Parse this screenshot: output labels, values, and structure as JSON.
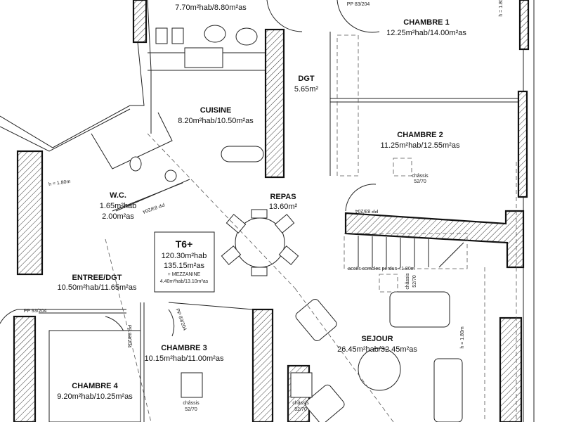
{
  "rooms": {
    "bains": {
      "area": "7.70m²hab/8.80m²as"
    },
    "chambre1": {
      "name": "CHAMBRE 1",
      "area": "12.25m²hab/14.00m²as"
    },
    "dgt": {
      "name": "DGT",
      "area": "5.65m²"
    },
    "cuisine": {
      "name": "CUISINE",
      "area": "8.20m²hab/10.50m²as"
    },
    "chambre2": {
      "name": "CHAMBRE 2",
      "area": "11.25m²hab/12.55m²as"
    },
    "wc": {
      "name": "W.C.",
      "area_hab": "1.65m²hab",
      "area_as": "2.00m²as"
    },
    "repas": {
      "name": "REPAS",
      "area": "13.60m²"
    },
    "entree": {
      "name": "ENTREE/DGT",
      "area": "10.50m²hab/11.65m²as"
    },
    "chambre3": {
      "name": "CHAMBRE 3",
      "area": "10.15m²hab/11.00m²as"
    },
    "chambre4": {
      "name": "CHAMBRE 4",
      "area": "9.20m²hab/10.25m²as"
    },
    "sejour": {
      "name": "SEJOUR",
      "area": "26.45m²hab/32.45m²as"
    }
  },
  "summary": {
    "type": "T6+",
    "hab": "120.30m²hab",
    "as": "135.15m²as",
    "mezz_label": "+ MEZZANINE",
    "mezz_area": "4.40m²hab/13.10m²as"
  },
  "annotations": {
    "pp83": "PP 83/204",
    "pp93": "PP 93/204",
    "chassis": "châssis",
    "chassis_size": "52/70",
    "height": "h = 1.80m",
    "combles": "accès combles perdus <1.80m"
  }
}
